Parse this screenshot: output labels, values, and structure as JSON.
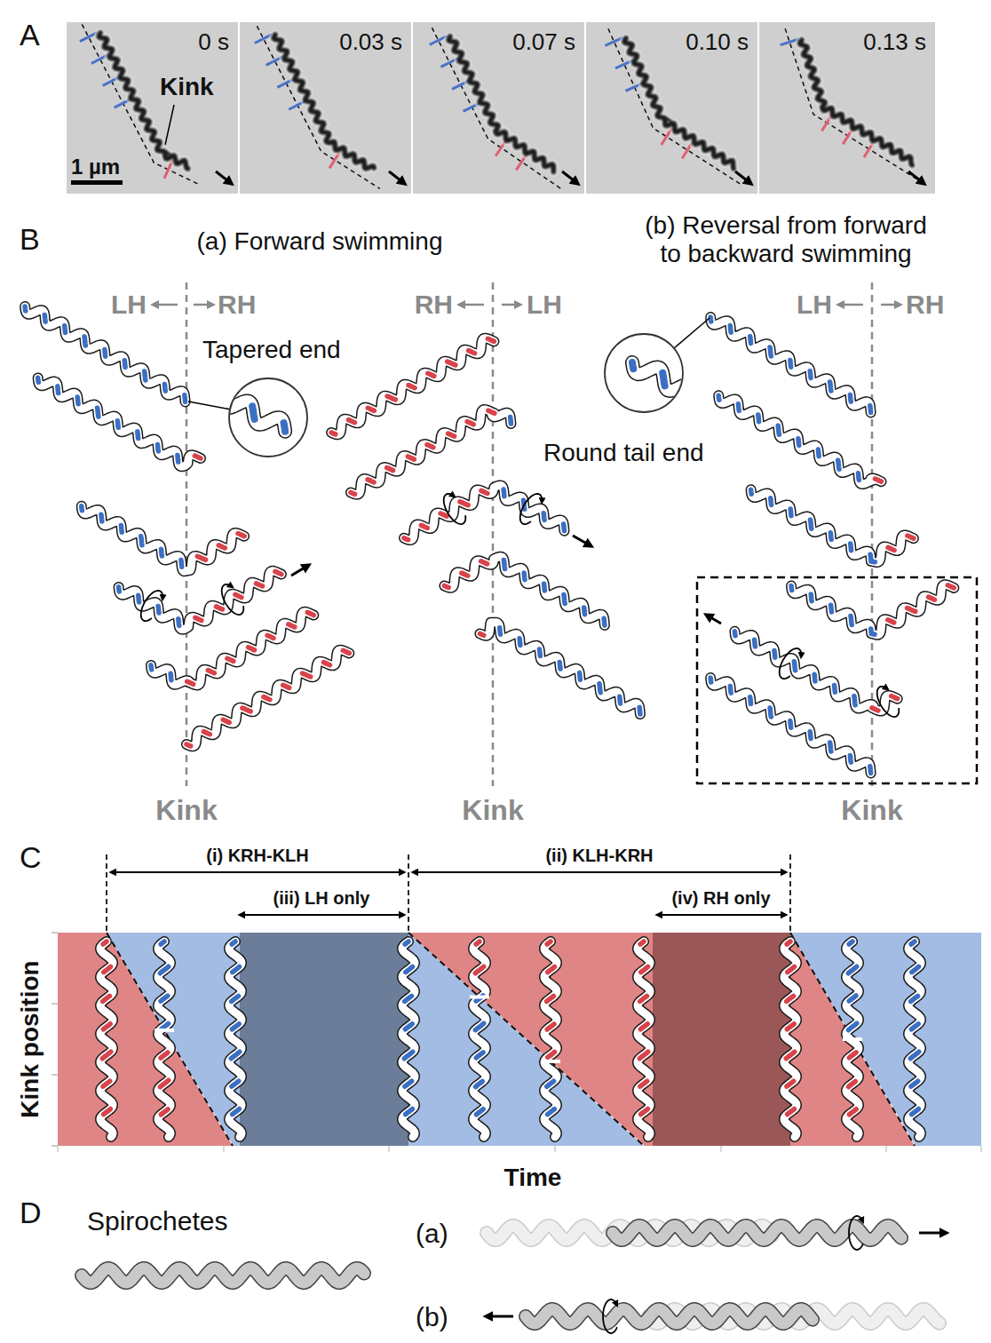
{
  "diagram": {
    "labels": [
      "A",
      "0 s",
      "0.03 s",
      "0.07 s",
      "0.10 s",
      "0.13 s",
      "Kink",
      "1 µm",
      "B",
      "(a) Forward swimming",
      "(b) Reversal from forward to backward swimming",
      "LH",
      "RH",
      "RH",
      "LH",
      "LH",
      "RH",
      "Tapered end",
      "Round tail end",
      "Kink",
      "Kink",
      "Kink",
      "C",
      "(i) KRH-KLH",
      "(ii) KLH-KRH",
      "(iii) LH only",
      "(iv) RH only",
      "Kink position",
      "Time",
      "D",
      "Spirochetes",
      "(a)",
      "(b)"
    ]
  }
}
